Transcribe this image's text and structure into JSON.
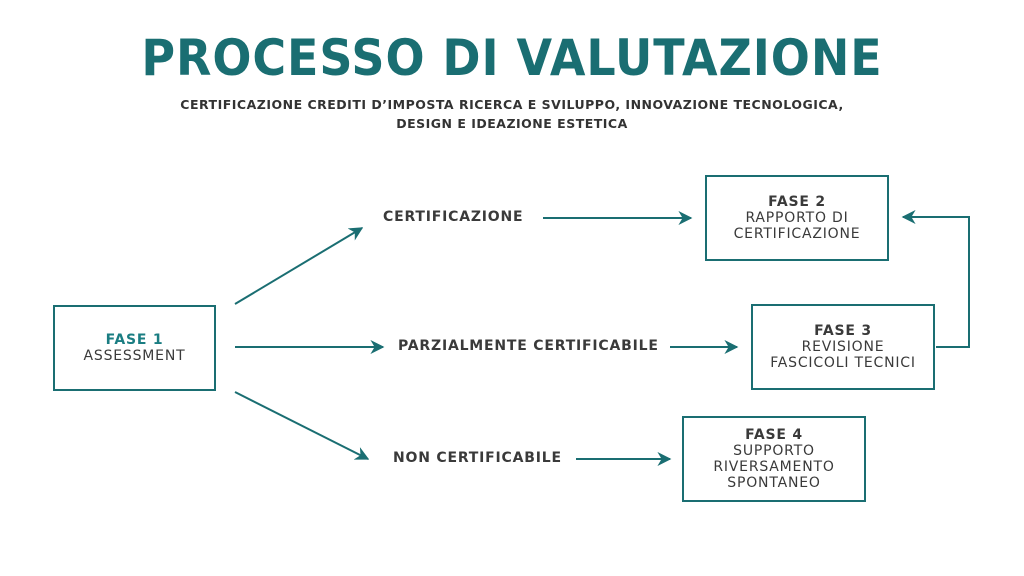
{
  "title": "PROCESSO DI VALUTAZIONE",
  "subtitle": {
    "line1": "CERTIFICAZIONE CREDITI D’IMPOSTA RICERCA E SVILUPPO, INNOVAZIONE TECNOLOGICA,",
    "line2": "DESIGN E IDEAZIONE ESTETICA"
  },
  "phases": {
    "fase1": {
      "title": "FASE 1",
      "lines": [
        "ASSESSMENT"
      ]
    },
    "fase2": {
      "title": "FASE 2",
      "lines": [
        "RAPPORTO DI",
        "CERTIFICAZIONE"
      ]
    },
    "fase3": {
      "title": "FASE 3",
      "lines": [
        "REVISIONE",
        "FASCICOLI TECNICI"
      ]
    },
    "fase4": {
      "title": "FASE 4",
      "lines": [
        "SUPPORTO",
        "RIVERSAMENTO",
        "SPONTANEO"
      ]
    }
  },
  "outcomes": {
    "certificazione": "CERTIFICAZIONE",
    "parziale": "PARZIALMENTE CERTIFICABILE",
    "non": "NON CERTIFICABILE"
  },
  "colors": {
    "accent": "#1a6e72",
    "text": "#3a3a3a"
  }
}
